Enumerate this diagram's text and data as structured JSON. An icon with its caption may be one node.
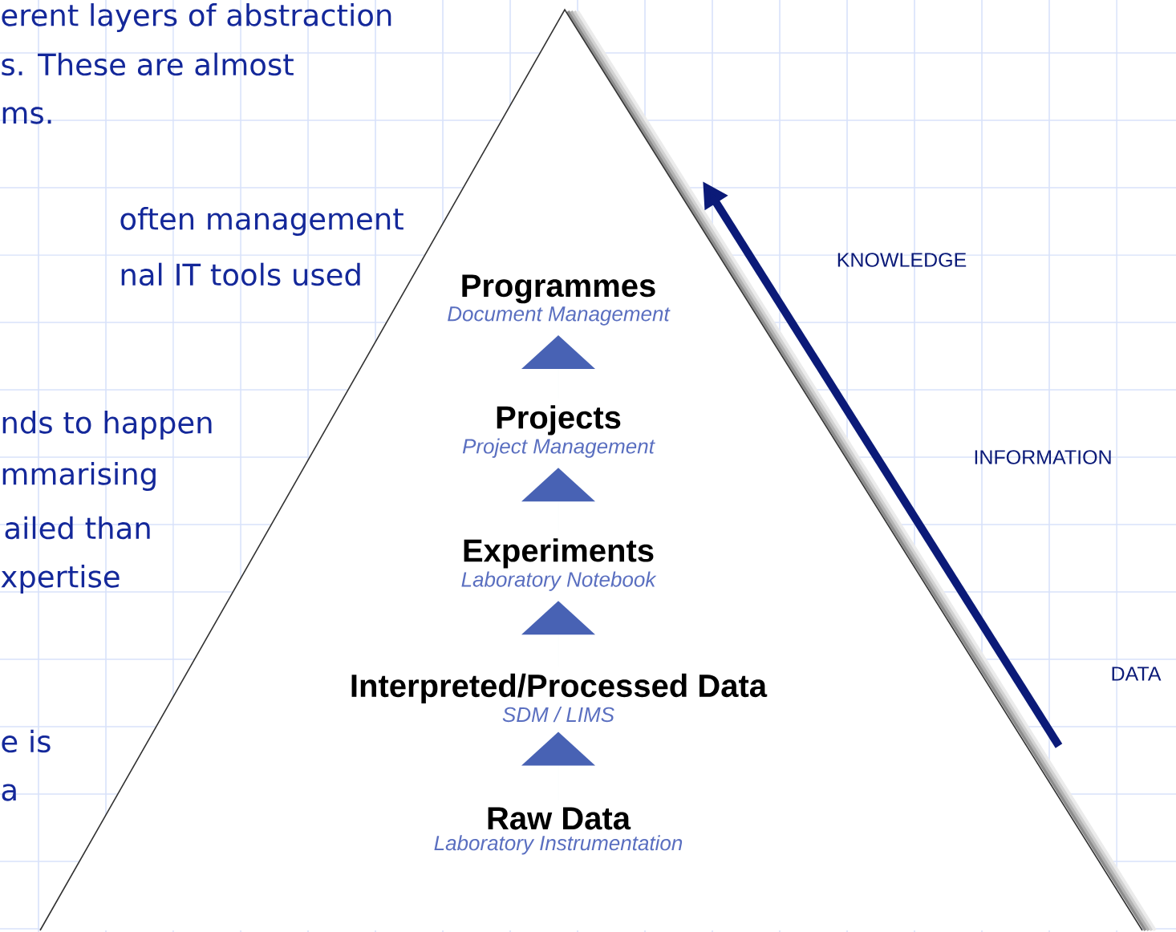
{
  "diagram": {
    "nodes": [
      {
        "text": [],
        "shape": "triangle"
      },
      {
        "text": [
          "Programmes",
          "Document Management"
        ],
        "in": 0
      },
      {
        "text": [
          "Projects",
          "Project Management"
        ],
        "in": 0
      },
      {
        "text": [
          "Experiments",
          "Laboratory Notebook"
        ],
        "in": 0
      },
      {
        "text": [
          "Interpreted/Processed Data",
          "SDM / LIMS"
        ],
        "in": 0
      },
      {
        "text": [
          "Raw Data",
          "Laboratory Instrumentation"
        ],
        "in": 0
      }
    ],
    "edges": [
      {
        "from": 5,
        "to": 4,
        "arrow": "to"
      },
      {
        "from": 4,
        "to": 3,
        "arrow": "to"
      },
      {
        "from": 3,
        "to": 2,
        "arrow": "to"
      },
      {
        "from": 2,
        "to": 1,
        "arrow": "to"
      }
    ],
    "labels": [
      "erent layers of abstraction",
      "s.  These are almost",
      "ms.",
      "often management",
      "nal IT tools used",
      "nds to happen",
      "mmarising",
      "ailed than",
      "xpertise",
      "e is",
      "a",
      "KNOWLEDGE",
      "INFORMATION",
      "DATA"
    ]
  }
}
